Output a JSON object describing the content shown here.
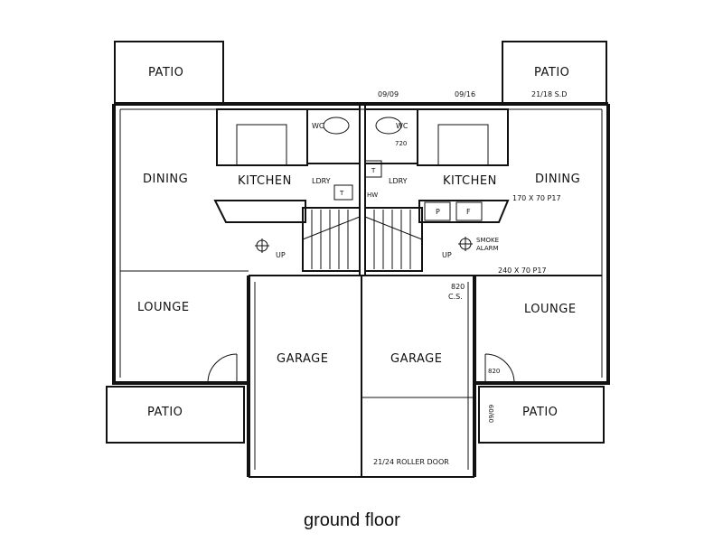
{
  "plan": {
    "caption": "ground floor",
    "rooms": {
      "patio_top_left": "PATIO",
      "patio_top_right": "PATIO",
      "dining_left": "DINING",
      "dining_right": "DINING",
      "kitchen_left": "KITCHEN",
      "kitchen_right": "KITCHEN",
      "ldry_left": "LDRY",
      "ldry_right": "LDRY",
      "wc_left": "WC",
      "wc_right": "WC",
      "lounge_left": "LOUNGE",
      "lounge_right": "LOUNGE",
      "garage_left": "GARAGE",
      "garage_right": "GARAGE",
      "patio_bottom_left": "PATIO",
      "patio_bottom_right": "PATIO"
    },
    "annotations": {
      "top_dim_left": "09/09",
      "top_dim_mid": "09/16",
      "top_dim_right": "21/18 S.D",
      "wc_dim": "720",
      "window_dim": "170 X 70 P17",
      "beam_dim": "240 X 70 P17",
      "cs_code": "820",
      "cs_label": "C.S.",
      "smoke_alarm_1": "SMOKE",
      "smoke_alarm_2": "ALARM",
      "up_left": "UP",
      "up_right": "UP",
      "door_right": "820",
      "side_dim": "09/09",
      "roller_door": "21/24 ROLLER DOOR",
      "fridge_left": "P",
      "fridge_right": "F",
      "hw": "HW",
      "kitchen_mark_left": "T",
      "kitchen_mark_right": "T"
    }
  }
}
